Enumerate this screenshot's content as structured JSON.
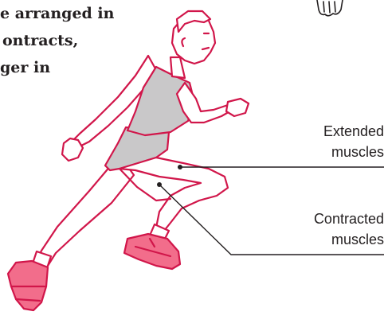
{
  "intro_text": {
    "line1": "e arranged in",
    "line2": "ontracts,",
    "line3": "ger in"
  },
  "labels": {
    "extended": {
      "line1": "Extended",
      "line2": "muscles"
    },
    "contracted": {
      "line1": "Contracted",
      "line2": "muscles"
    }
  },
  "colors": {
    "outline": "#d1164a",
    "shoe": "#f26d8b",
    "clothing": "#c9c8c9",
    "leader_line": "#231f20",
    "text": "#231f20"
  }
}
